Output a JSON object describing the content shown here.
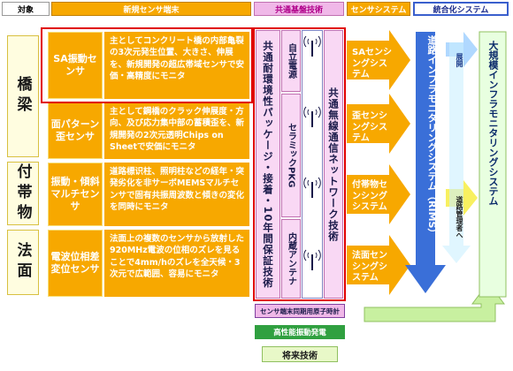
{
  "headers": {
    "target": "対象",
    "sensor_terminal": "新規センサ端末",
    "common_tech": "共通基盤技術",
    "sensor_system": "センサシステム",
    "integrated_system": "統合化システム"
  },
  "categories": {
    "bridge": "橋梁",
    "attached": "付帯物",
    "slope": "法面"
  },
  "sensors": [
    {
      "name": "SA振動センサ",
      "desc": "主としてコンクリート橋の内部亀裂の3次元発生位置、大きさ、伸展を、新規開発の超広帯域センサで安価・高精度にモニタ"
    },
    {
      "name": "面パターン歪センサ",
      "desc": "主として鋼橋のクラック伸展度・方向、及び応力集中部の蓄積歪を、新規開発の2次元透明Chips on Sheetで安価にモニタ"
    },
    {
      "name": "振動・傾斜マルチセンサ",
      "desc": "道路標识柱、照明柱などの経年・突発劣化を非サーボMEMSマルチセンサで固有共振周波数と傾きの変化を同時にモニタ"
    },
    {
      "name": "電波位相差変位センサ",
      "desc": "法面上の複数のセンサから放射した920MHz電波の位相のズレを見ることで4mm/hのズレを全天候・3次元で広範囲、容易にモニタ"
    }
  ],
  "common": {
    "package": "共通耐環境性パッケージ・接着・10年間保証技術",
    "power": "自立電源",
    "ceramic": "セラミックPKG",
    "antenna": "内蔵アンテナ",
    "wireless": "共通無線通信ネットワーク技術",
    "atomic_clock": "センサ端末同期用原子時計",
    "vibration_power": "高性能振動発電",
    "future_tech": "将来技術"
  },
  "systems": {
    "sa": "SAセンシングシステム",
    "strain": "歪センシングシステム",
    "attached": "付帯物センシングシステム",
    "slope": "法面センシングシステム"
  },
  "integration": {
    "rims": "道路インフラモニタリングシステム（RIMS）",
    "expand": "展開",
    "road_admin": "道路管理者へ",
    "large_scale": "大規模インフラモニタリングシステム"
  },
  "colors": {
    "orange": "#f7a800",
    "pink": "#f9d8f4",
    "blue": "#3a6fd8",
    "green": "#30a040",
    "red": "#e00000"
  }
}
